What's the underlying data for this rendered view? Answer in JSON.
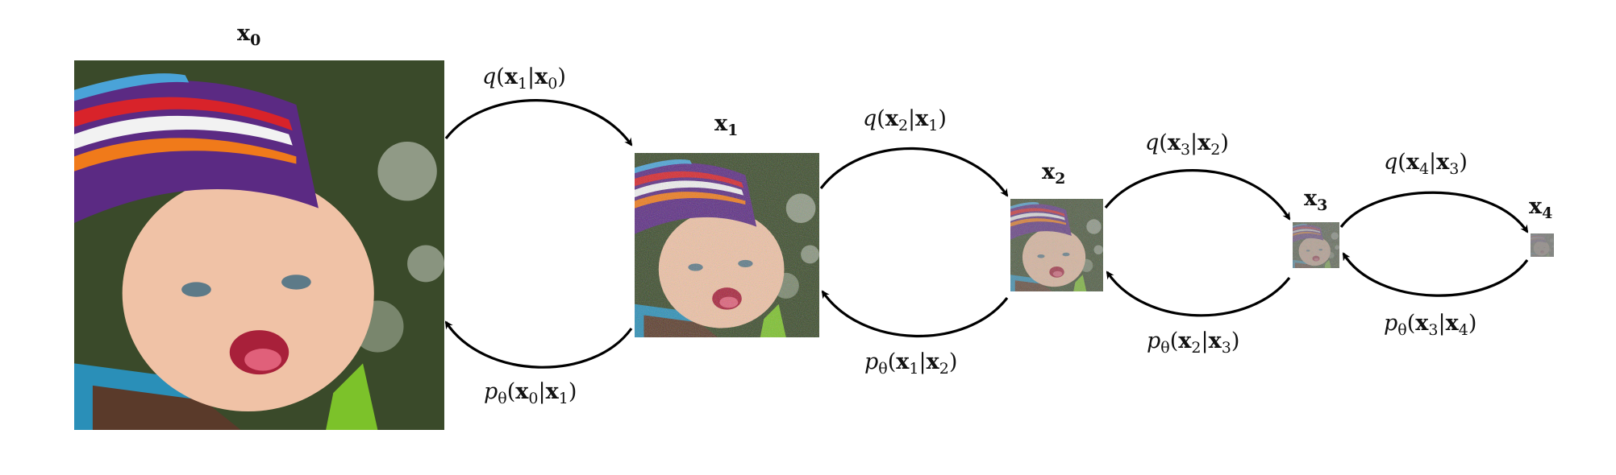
{
  "nodes": [
    {
      "id": "x0",
      "base": "x",
      "sub": "0",
      "noise": 0.0
    },
    {
      "id": "x1",
      "base": "x",
      "sub": "1",
      "noise": 0.45
    },
    {
      "id": "x2",
      "base": "x",
      "sub": "2",
      "noise": 0.62
    },
    {
      "id": "x3",
      "base": "x",
      "sub": "3",
      "noise": 0.8
    },
    {
      "id": "x4",
      "base": "x",
      "sub": "4",
      "noise": 1.0
    }
  ],
  "forward": [
    {
      "fn": "q",
      "target": "x1",
      "cond": "x0",
      "text": "q(x1|x0)"
    },
    {
      "fn": "q",
      "target": "x2",
      "cond": "x1",
      "text": "q(x2|x1)"
    },
    {
      "fn": "q",
      "target": "x3",
      "cond": "x2",
      "text": "q(x3|x2)"
    },
    {
      "fn": "q",
      "target": "x4",
      "cond": "x3",
      "text": "q(x4|x3)"
    }
  ],
  "reverse": [
    {
      "fn": "p",
      "param": "θ",
      "target": "x0",
      "cond": "x1",
      "text": "pθ(x0|x1)"
    },
    {
      "fn": "p",
      "param": "θ",
      "target": "x1",
      "cond": "x2",
      "text": "pθ(x1|x2)"
    },
    {
      "fn": "p",
      "param": "θ",
      "target": "x2",
      "cond": "x3",
      "text": "pθ(x2|x3)"
    },
    {
      "fn": "p",
      "param": "θ",
      "target": "x3",
      "cond": "x4",
      "text": "pθ(x3|x4)"
    }
  ],
  "colors": {
    "arrow": "#000000",
    "background": "#ffffff",
    "hat_purple": "#5b2a83",
    "hat_red": "#d8232a",
    "hat_orange": "#f07a1a",
    "hat_white": "#f2f2f2",
    "hat_blue": "#4aa3d8",
    "skin": "#f0c2a6",
    "foliage": "#3a4a2a",
    "jacket_blue": "#2a8fb8",
    "jacket_green": "#7cc22a",
    "noise_gray": "#8a8a8a"
  }
}
